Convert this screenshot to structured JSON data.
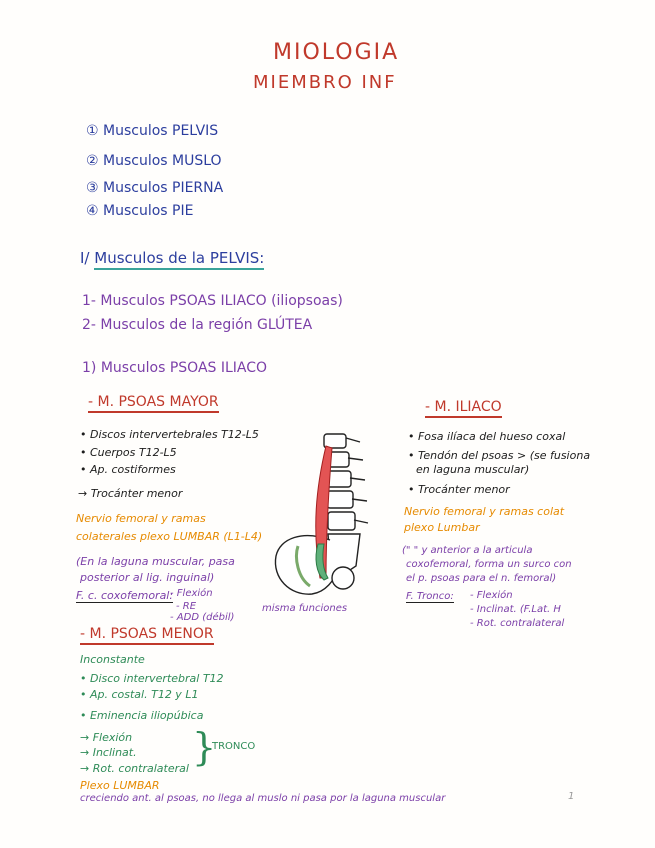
{
  "header": {
    "title": "MIOLOGIA",
    "subtitle": "MIEMBRO INF"
  },
  "index": [
    "① Musculos PELVIS",
    "② Musculos MUSLO",
    "③ Musculos PIERNA",
    "④ Musculos PIE"
  ],
  "section1": {
    "heading_prefix": "I/",
    "heading": "Musculos de la PELVIS:",
    "items": [
      "1- Musculos PSOAS ILIACO (iliopsoas)",
      "2- Musculos de la región GLÚTEA"
    ],
    "sub": "1) Musculos PSOAS ILIACO"
  },
  "psoas_mayor": {
    "title": "- M. PSOAS MAYOR",
    "origins": [
      "• Discos intervertebrales T12-L5",
      "• Cuerpos T12-L5",
      "• Ap. costiformes"
    ],
    "insertion": "→ Trocánter menor",
    "nerve1": "Nervio femoral y ramas",
    "nerve2": "colaterales plexo LUMBAR (L1-L4)",
    "note1": "(En la laguna muscular, pasa",
    "note2": "posterior al lig. inguinal)",
    "func_label": "F. c. coxofemoral:",
    "funcs": [
      "- Flexión",
      "- RE",
      "- ADD (débil)"
    ],
    "same": "misma funciones"
  },
  "iliaco": {
    "title": "- M. ILIACO",
    "items": [
      "• Fosa ilíaca del hueso coxal",
      "• Tendón del psoas > (se fusiona",
      "en laguna muscular)",
      "• Trocánter menor"
    ],
    "nerve1": "Nervio femoral y ramas colat",
    "nerve2": "plexo Lumbar",
    "note1": "(\"       \" y anterior a la articula",
    "note2": "coxofemoral, forma un surco con",
    "note3": "el p. psoas para el n. femoral)",
    "func_label": "F. Tronco:",
    "funcs": [
      "- Flexión",
      "- Inclinat. (F.Lat. H",
      "- Rot. contralateral"
    ]
  },
  "psoas_menor": {
    "title": "- M. PSOAS MENOR",
    "inconstant": "Inconstante",
    "items": [
      "• Disco intervertebral T12",
      "• Ap. costal. T12 y L1",
      "• Eminencia iliopúbica"
    ],
    "funcs": [
      "→ Flexión",
      "→ Inclinat.",
      "→ Rot. contralateral"
    ],
    "tronco": "TRONCO",
    "plexo": "Plexo LUMBAR",
    "footer": "creciendo ant. al psoas, no llega al muslo ni pasa por la laguna muscular"
  },
  "page_number": "1"
}
